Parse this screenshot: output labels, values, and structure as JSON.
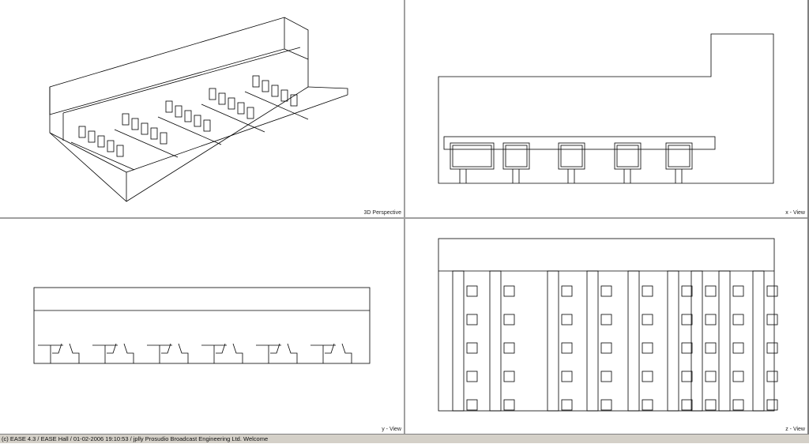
{
  "views": {
    "perspective": {
      "label": "3D Perspective"
    },
    "x_view": {
      "label": "x - View"
    },
    "y_view": {
      "label": "y - View"
    },
    "z_view": {
      "label": "z - View"
    }
  },
  "status_bar": {
    "text": "(c) EASE 4.3  / EASE Hall  / 01-02-2006 19:10:53 / jplly Prosudio Broadcast Engineering Ltd. Welcome"
  }
}
